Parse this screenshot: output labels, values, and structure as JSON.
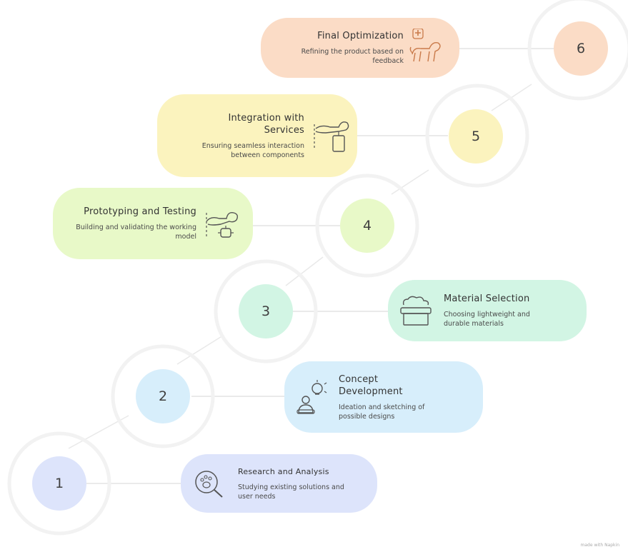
{
  "colors": {
    "step1": "#dde4fb",
    "step2": "#d7eefb",
    "step3": "#d2f5e4",
    "step4": "#e8f9c8",
    "step5": "#fbf3be",
    "step6": "#fbdcc6",
    "ring": "#f0f0f0",
    "line": "#e4e4e4",
    "icon": "#555555"
  },
  "steps": [
    {
      "number": "1",
      "title": "Research and Analysis",
      "description": "Studying existing solutions and user needs",
      "icon": "magnifier-paw-icon"
    },
    {
      "number": "2",
      "title": "Concept Development",
      "description": "Ideation and sketching of possible designs",
      "icon": "lightbulb-person-icon"
    },
    {
      "number": "3",
      "title": "Material Selection",
      "description": "Choosing lightweight and durable materials",
      "icon": "box-materials-icon"
    },
    {
      "number": "4",
      "title": "Prototyping and Testing",
      "description": "Building and validating the working model",
      "icon": "dog-prototype-icon"
    },
    {
      "number": "5",
      "title": "Integration with Services",
      "description": "Ensuring seamless interaction between components",
      "icon": "dog-device-icon"
    },
    {
      "number": "6",
      "title": "Final Optimization",
      "description": "Refining the product based on feedback",
      "icon": "dog-plus-icon"
    }
  ],
  "footer": "made with Napkin"
}
